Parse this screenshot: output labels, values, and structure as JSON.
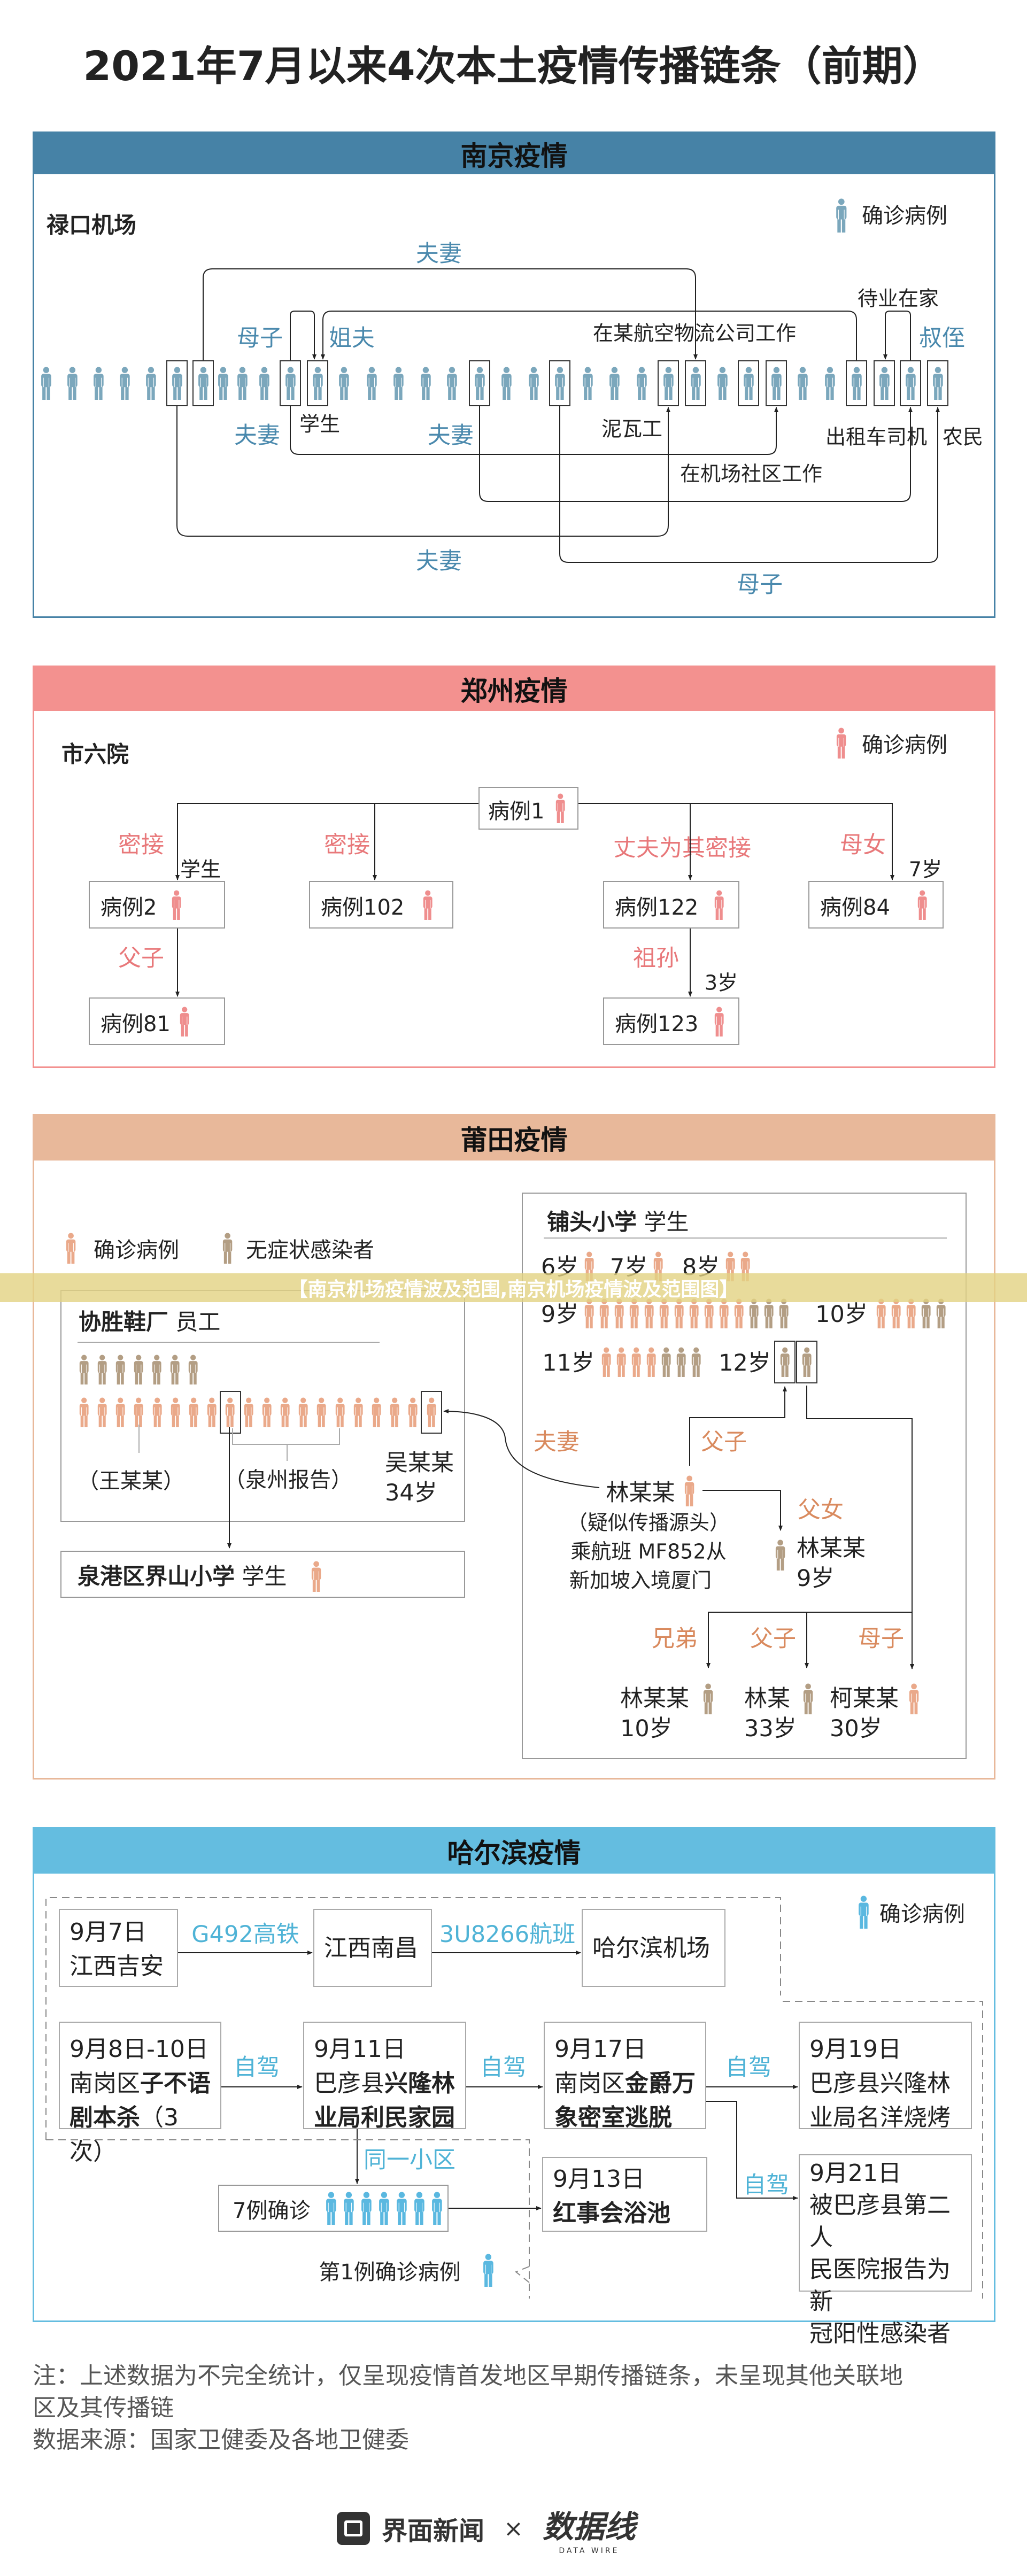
{
  "title": "2021年7月以来4次本土疫情传播链条（前期）",
  "colors": {
    "nanjing": "#4682a6",
    "nanjing_fig": "#7ba7bc",
    "zhengzhou": "#f3918f",
    "zhengzhou_fig": "#ef8e8e",
    "putian": "#e8b89a",
    "putian_confirmed": "#eaa98a",
    "putian_asym": "#b39e84",
    "harbin": "#64bde0",
    "harbin_fig": "#5ab8e0"
  },
  "nanjing": {
    "title": "南京疫情",
    "location": "禄口机场",
    "legend": "确诊病例",
    "people_count": 35,
    "highlighted": [
      5,
      6,
      10,
      11,
      17,
      20,
      24,
      25,
      27,
      28,
      31,
      32,
      33,
      34
    ],
    "labels": {
      "couple_top": "夫妻",
      "mother_son_1": "母子",
      "brother_in_law": "姐夫",
      "logistics": "在某航空物流公司工作",
      "unemployed": "待业在家",
      "uncle_nephew": "叔侄",
      "student": "学生",
      "couple_left": "夫妻",
      "couple_mid": "夫妻",
      "bricklayer": "泥瓦工",
      "taxi": "出租车司机",
      "farmer": "农民",
      "community": "在机场社区工作",
      "couple_bottom": "夫妻",
      "mother_son_2": "母子"
    }
  },
  "zhengzhou": {
    "title": "郑州疫情",
    "location": "市六院",
    "legend": "确诊病例",
    "case1": "病例1",
    "case2": "病例2",
    "case102": "病例102",
    "case122": "病例122",
    "case84": "病例84",
    "case81": "病例81",
    "case123": "病例123",
    "labels": {
      "close1": "密接",
      "student": "学生",
      "close2": "密接",
      "husband": "丈夫为其密接",
      "mother_daughter": "母女",
      "age7": "7岁",
      "father_son": "父子",
      "grand": "祖孙",
      "age3": "3岁"
    }
  },
  "putian": {
    "title": "莆田疫情",
    "legend_confirmed": "确诊病例",
    "legend_asym": "无症状感染者",
    "factory": {
      "title": "协胜鞋厂",
      "subtitle": "员工",
      "row1_asym": 7,
      "row2_confirmed": 20,
      "wang": "（王某某）",
      "quanzhou": "（泉州报告）",
      "wu": "吴某某",
      "wu_age": "34岁"
    },
    "school2": {
      "title": "泉港区界山小学",
      "subtitle": "学生"
    },
    "school": {
      "title": "铺头小学",
      "subtitle": "学生",
      "ages": [
        {
          "label": "6岁",
          "confirmed": 1,
          "asym": 0
        },
        {
          "label": "7岁",
          "confirmed": 1,
          "asym": 0
        },
        {
          "label": "8岁",
          "confirmed": 2,
          "asym": 0
        },
        {
          "label": "9岁",
          "confirmed": 11,
          "asym": 3
        },
        {
          "label": "10岁",
          "confirmed": 3,
          "asym": 2
        },
        {
          "label": "11岁",
          "confirmed": 4,
          "asym": 3
        },
        {
          "label": "12岁",
          "confirmed": 0,
          "asym": 2
        }
      ]
    },
    "source": {
      "name": "林某某",
      "line1": "（疑似传播源头）",
      "line2": "乘航班  MF852从",
      "line3": "新加坡入境厦门"
    },
    "labels": {
      "couple": "夫妻",
      "father_son": "父子",
      "father_daughter": "父女",
      "brothers": "兄弟",
      "father_son2": "父子",
      "mother_son": "母子"
    },
    "daughter": {
      "name": "林某某",
      "age": "9岁"
    },
    "bottom": [
      {
        "name": "林某某",
        "age": "10岁"
      },
      {
        "name": "林某",
        "age": "33岁"
      },
      {
        "name": "柯某某",
        "age": "30岁"
      }
    ]
  },
  "harbin": {
    "title": "哈尔滨疫情",
    "legend": "确诊病例",
    "box1": {
      "date": "9月7日",
      "place": "江西吉安"
    },
    "train": "G492高铁",
    "box2": "江西南昌",
    "flight": "3U8266航班",
    "box3": "哈尔滨机场",
    "r2b1": {
      "date": "9月8日-10日",
      "pre": "南岗区",
      "bold1": "子不语",
      "bold2": "剧本杀",
      "post": "（3次）"
    },
    "r2b2": {
      "date": "9月11日",
      "pre": "巴彦县",
      "bold1": "兴隆林",
      "bold2": "业局利民家园"
    },
    "r2b3": {
      "date": "9月17日",
      "pre": "南岗区",
      "bold1": "金爵万",
      "bold2": "象密室逃脱"
    },
    "r2b4": {
      "date": "9月19日",
      "line1": "巴彦县兴隆林",
      "line2": "业局名洋烧烤"
    },
    "drive": "自驾",
    "same": "同一小区",
    "seven": "7例确诊",
    "seven_count": 7,
    "b13": {
      "date": "9月13日",
      "bold": "红事会浴池"
    },
    "b21": {
      "date": "9月21日",
      "line1": "被巴彦县第二人",
      "line2": "民医院报告为新",
      "line3": "冠阳性感染者"
    },
    "first": "第1例确诊病例"
  },
  "notes": {
    "line1": "注：上述数据为不完全统计，仅呈现疫情首发地区早期传播链条，未呈现其他关联地",
    "line2": "区及其传播链",
    "source": "数据来源：国家卫健委及各地卫健委"
  },
  "footer": {
    "brand": "界面新闻",
    "times": "×",
    "partner": "数据线",
    "partner_sub": "DATA WIRE"
  },
  "banner": "【南京机场疫情波及范围,南京机场疫情波及范围图】"
}
